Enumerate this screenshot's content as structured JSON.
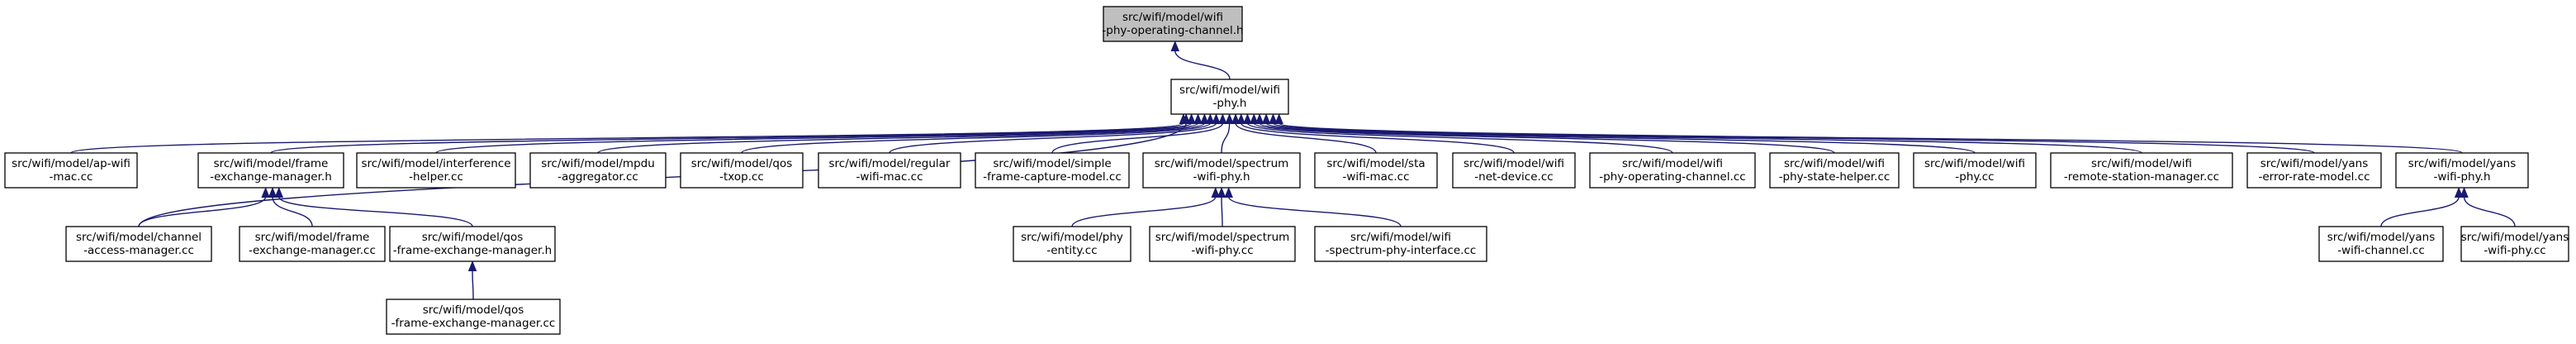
{
  "colors": {
    "edge": "#191970",
    "root_fill": "#bfbfbf",
    "node_fill": "#ffffff",
    "node_border": "#000000"
  },
  "nodes": [
    {
      "id": "wifi-phy-operating-channel-h",
      "lines": [
        "src/wifi/model/wifi",
        "-phy-operating-channel.h"
      ],
      "root": true
    },
    {
      "id": "wifi-phy-h",
      "lines": [
        "src/wifi/model/wifi",
        "-phy.h"
      ]
    },
    {
      "id": "ap-wifi-mac-cc",
      "lines": [
        "src/wifi/model/ap-wifi",
        "-mac.cc"
      ]
    },
    {
      "id": "frame-exchange-manager-h",
      "lines": [
        "src/wifi/model/frame",
        "-exchange-manager.h"
      ]
    },
    {
      "id": "interference-helper-cc",
      "lines": [
        "src/wifi/model/interference",
        "-helper.cc"
      ]
    },
    {
      "id": "mpdu-aggregator-cc",
      "lines": [
        "src/wifi/model/mpdu",
        "-aggregator.cc"
      ]
    },
    {
      "id": "qos-txop-cc",
      "lines": [
        "src/wifi/model/qos",
        "-txop.cc"
      ]
    },
    {
      "id": "regular-wifi-mac-cc",
      "lines": [
        "src/wifi/model/regular",
        "-wifi-mac.cc"
      ]
    },
    {
      "id": "simple-frame-capture-model-cc",
      "lines": [
        "src/wifi/model/simple",
        "-frame-capture-model.cc"
      ]
    },
    {
      "id": "spectrum-wifi-phy-h",
      "lines": [
        "src/wifi/model/spectrum",
        "-wifi-phy.h"
      ]
    },
    {
      "id": "sta-wifi-mac-cc",
      "lines": [
        "src/wifi/model/sta",
        "-wifi-mac.cc"
      ]
    },
    {
      "id": "wifi-net-device-cc",
      "lines": [
        "src/wifi/model/wifi",
        "-net-device.cc"
      ]
    },
    {
      "id": "wifi-phy-operating-channel-cc",
      "lines": [
        "src/wifi/model/wifi",
        "-phy-operating-channel.cc"
      ]
    },
    {
      "id": "wifi-phy-state-helper-cc",
      "lines": [
        "src/wifi/model/wifi",
        "-phy-state-helper.cc"
      ]
    },
    {
      "id": "wifi-phy-cc",
      "lines": [
        "src/wifi/model/wifi",
        "-phy.cc"
      ]
    },
    {
      "id": "wifi-remote-station-manager-cc",
      "lines": [
        "src/wifi/model/wifi",
        "-remote-station-manager.cc"
      ]
    },
    {
      "id": "yans-error-rate-model-cc",
      "lines": [
        "src/wifi/model/yans",
        "-error-rate-model.cc"
      ]
    },
    {
      "id": "yans-wifi-phy-h",
      "lines": [
        "src/wifi/model/yans",
        "-wifi-phy.h"
      ]
    },
    {
      "id": "channel-access-manager-cc",
      "lines": [
        "src/wifi/model/channel",
        "-access-manager.cc"
      ]
    },
    {
      "id": "frame-exchange-manager-cc",
      "lines": [
        "src/wifi/model/frame",
        "-exchange-manager.cc"
      ]
    },
    {
      "id": "qos-frame-exchange-manager-h",
      "lines": [
        "src/wifi/model/qos",
        "-frame-exchange-manager.h"
      ]
    },
    {
      "id": "phy-entity-cc",
      "lines": [
        "src/wifi/model/phy",
        "-entity.cc"
      ]
    },
    {
      "id": "spectrum-wifi-phy-cc",
      "lines": [
        "src/wifi/model/spectrum",
        "-wifi-phy.cc"
      ]
    },
    {
      "id": "wifi-spectrum-phy-interface-cc",
      "lines": [
        "src/wifi/model/wifi",
        "-spectrum-phy-interface.cc"
      ]
    },
    {
      "id": "yans-wifi-channel-cc",
      "lines": [
        "src/wifi/model/yans",
        "-wifi-channel.cc"
      ]
    },
    {
      "id": "yans-wifi-phy-cc",
      "lines": [
        "src/wifi/model/yans",
        "-wifi-phy.cc"
      ]
    },
    {
      "id": "qos-frame-exchange-manager-cc",
      "lines": [
        "src/wifi/model/qos",
        "-frame-exchange-manager.cc"
      ]
    }
  ],
  "edges": [
    {
      "from": "wifi-phy-h",
      "to": "wifi-phy-operating-channel-h"
    },
    {
      "from": "ap-wifi-mac-cc",
      "to": "wifi-phy-h"
    },
    {
      "from": "frame-exchange-manager-h",
      "to": "wifi-phy-h"
    },
    {
      "from": "interference-helper-cc",
      "to": "wifi-phy-h"
    },
    {
      "from": "mpdu-aggregator-cc",
      "to": "wifi-phy-h"
    },
    {
      "from": "qos-txop-cc",
      "to": "wifi-phy-h"
    },
    {
      "from": "regular-wifi-mac-cc",
      "to": "wifi-phy-h"
    },
    {
      "from": "simple-frame-capture-model-cc",
      "to": "wifi-phy-h"
    },
    {
      "from": "spectrum-wifi-phy-h",
      "to": "wifi-phy-h"
    },
    {
      "from": "sta-wifi-mac-cc",
      "to": "wifi-phy-h"
    },
    {
      "from": "wifi-net-device-cc",
      "to": "wifi-phy-h"
    },
    {
      "from": "wifi-phy-operating-channel-cc",
      "to": "wifi-phy-h"
    },
    {
      "from": "wifi-phy-state-helper-cc",
      "to": "wifi-phy-h"
    },
    {
      "from": "wifi-phy-cc",
      "to": "wifi-phy-h"
    },
    {
      "from": "wifi-remote-station-manager-cc",
      "to": "wifi-phy-h"
    },
    {
      "from": "yans-error-rate-model-cc",
      "to": "wifi-phy-h"
    },
    {
      "from": "yans-wifi-phy-h",
      "to": "wifi-phy-h"
    },
    {
      "from": "channel-access-manager-cc",
      "to": "wifi-phy-h"
    },
    {
      "from": "channel-access-manager-cc",
      "to": "frame-exchange-manager-h"
    },
    {
      "from": "frame-exchange-manager-cc",
      "to": "frame-exchange-manager-h"
    },
    {
      "from": "qos-frame-exchange-manager-h",
      "to": "frame-exchange-manager-h"
    },
    {
      "from": "qos-frame-exchange-manager-cc",
      "to": "qos-frame-exchange-manager-h"
    },
    {
      "from": "phy-entity-cc",
      "to": "spectrum-wifi-phy-h"
    },
    {
      "from": "spectrum-wifi-phy-cc",
      "to": "spectrum-wifi-phy-h"
    },
    {
      "from": "wifi-spectrum-phy-interface-cc",
      "to": "spectrum-wifi-phy-h"
    },
    {
      "from": "yans-wifi-channel-cc",
      "to": "yans-wifi-phy-h"
    },
    {
      "from": "yans-wifi-phy-cc",
      "to": "yans-wifi-phy-h"
    }
  ]
}
